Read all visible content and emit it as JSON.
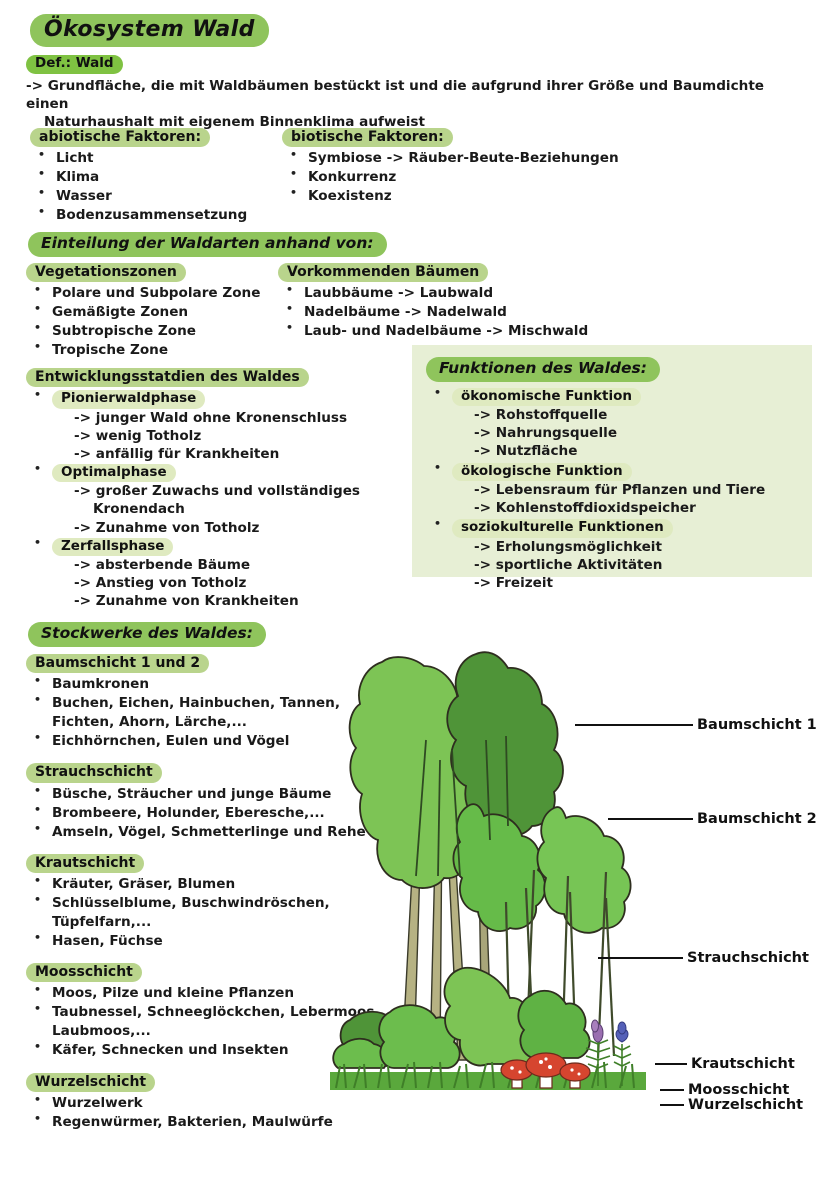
{
  "title": "Ökosystem Wald",
  "definition": {
    "heading": "Def.: Wald",
    "line1": "-> Grundfläche, die mit Waldbäumen bestückt ist und die aufgrund ihrer Größe und Baumdichte einen",
    "line2": "Naturhaushalt mit eigenem Binnenklima aufweist"
  },
  "abiotic": {
    "heading": "abiotische Faktoren:",
    "items": [
      "Licht",
      "Klima",
      "Wasser",
      "Bodenzusammensetzung"
    ]
  },
  "biotic": {
    "heading": "biotische Faktoren:",
    "items": [
      "Symbiose -> Räuber-Beute-Beziehungen",
      "Konkurrenz",
      "Koexistenz"
    ]
  },
  "einteilung": {
    "heading": "Einteilung der Waldarten anhand von:",
    "vegetation": {
      "heading": "Vegetationszonen",
      "items": [
        "Polare und Subpolare Zone",
        "Gemäßigte Zonen",
        "Subtropische Zone",
        "Tropische Zone"
      ]
    },
    "trees": {
      "heading": "Vorkommenden Bäumen",
      "items": [
        "Laubbäume -> Laubwald",
        "Nadelbäume -> Nadelwald",
        "Laub- und Nadelbäume -> Mischwald"
      ]
    }
  },
  "entwicklung": {
    "heading": "Entwicklungsstatdien des Waldes",
    "phases": [
      {
        "name": "Pionierwaldphase",
        "points": [
          {
            "text": "-> junger Wald ohne Kronenschluss",
            "cont": ""
          },
          {
            "text": "-> wenig Totholz",
            "cont": ""
          },
          {
            "text": "-> anfällig für Krankheiten",
            "cont": ""
          }
        ]
      },
      {
        "name": "Optimalphase",
        "points": [
          {
            "text": "-> großer Zuwachs und vollständiges",
            "cont": "Kronendach"
          },
          {
            "text": "-> Zunahme von Totholz",
            "cont": ""
          }
        ]
      },
      {
        "name": "Zerfallsphase",
        "points": [
          {
            "text": "-> absterbende Bäume",
            "cont": ""
          },
          {
            "text": "-> Anstieg von Totholz",
            "cont": ""
          },
          {
            "text": "-> Zunahme von Krankheiten",
            "cont": ""
          }
        ]
      }
    ]
  },
  "funktionen": {
    "heading": "Funktionen des Waldes:",
    "groups": [
      {
        "name": "ökonomische Funktion",
        "points": [
          "-> Rohstoffquelle",
          "-> Nahrungsquelle",
          "-> Nutzfläche"
        ]
      },
      {
        "name": "ökologische Funktion",
        "points": [
          "-> Lebensraum für Pflanzen und Tiere",
          "-> Kohlenstoffdioxidspeicher"
        ]
      },
      {
        "name": "soziokulturelle Funktionen",
        "points": [
          "-> Erholungsmöglichkeit",
          "-> sportliche Aktivitäten",
          "-> Freizeit"
        ]
      }
    ]
  },
  "stockwerke": {
    "heading": "Stockwerke des Waldes:",
    "layers": [
      {
        "name": "Baumschicht 1 und 2",
        "items": [
          {
            "text": "Baumkronen",
            "cont": ""
          },
          {
            "text": "Buchen, Eichen, Hainbuchen, Tannen,",
            "cont": "Fichten, Ahorn, Lärche,..."
          },
          {
            "text": "Eichhörnchen, Eulen und Vögel",
            "cont": ""
          }
        ]
      },
      {
        "name": "Strauchschicht",
        "items": [
          {
            "text": "Büsche, Sträucher und junge Bäume",
            "cont": ""
          },
          {
            "text": "Brombeere, Holunder, Eberesche,...",
            "cont": ""
          },
          {
            "text": "Amseln, Vögel, Schmetterlinge und Rehe",
            "cont": ""
          }
        ]
      },
      {
        "name": "Krautschicht",
        "items": [
          {
            "text": "Kräuter, Gräser, Blumen",
            "cont": ""
          },
          {
            "text": "Schlüsselblume, Buschwindröschen,",
            "cont": "Tüpfelfarn,..."
          },
          {
            "text": "Hasen, Füchse",
            "cont": ""
          }
        ]
      },
      {
        "name": "Moosschicht",
        "items": [
          {
            "text": "Moos, Pilze und kleine Pflanzen",
            "cont": ""
          },
          {
            "text": "Taubnessel, Schneeglöckchen, Lebermoos,",
            "cont": "Laubmoos,..."
          },
          {
            "text": "Käfer, Schnecken und Insekten",
            "cont": ""
          }
        ]
      },
      {
        "name": "Wurzelschicht",
        "items": [
          {
            "text": "Wurzelwerk",
            "cont": ""
          },
          {
            "text": "Regenwürmer, Bakterien, Maulwürfe",
            "cont": ""
          }
        ]
      }
    ]
  },
  "diagram": {
    "labels": {
      "baumschicht1": "Baumschicht 1",
      "baumschicht2": "Baumschicht 2",
      "strauchschicht": "Strauchschicht",
      "krautschicht": "Krautschicht",
      "moosschicht": "Moosschicht",
      "wurzelschicht": "Wurzelschicht"
    }
  },
  "colors": {
    "highlight_strong": "#8fc45c",
    "highlight_mid": "#b9d48c",
    "highlight_soft": "#dfeac0",
    "highlight_def": "#7fc242",
    "box_bg": "#e7efd5",
    "canopy_light": "#7fc65a",
    "canopy_mid": "#6ab44c",
    "canopy_dark": "#4a8f35",
    "trunk": "#b0ad78",
    "grass": "#5aa83c",
    "mushroom": "#d6452f",
    "flower_purple": "#9a6fb0",
    "flower_blue": "#5560b8"
  }
}
